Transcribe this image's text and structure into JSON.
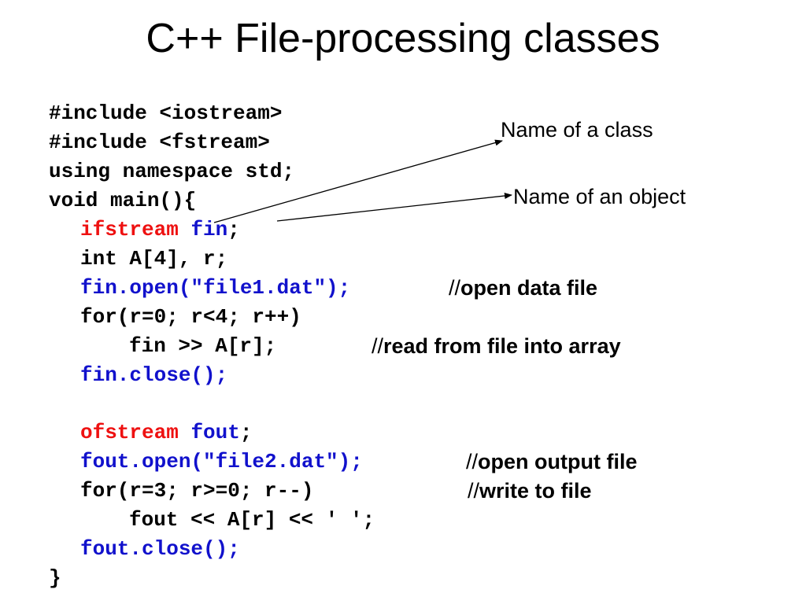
{
  "slide": {
    "title": "C++ File-processing classes"
  },
  "code": {
    "line1": "#include <iostream>",
    "line2": "#include <fstream>",
    "line3": "using namespace std;",
    "line4": "void main(){",
    "line5_class": "ifstream",
    "line5_object": "fin",
    "line5_end": ";",
    "line6": "int A[4], r;",
    "line7_call": "fin.open(\"file1.dat\");",
    "line8": "for(r=0; r<4; r++)",
    "line9": "fin >> A[r];",
    "line10_call": "fin.close();",
    "line11_class": "ofstream",
    "line11_object": "fout",
    "line11_end": ";",
    "line12_call": "fout.open(\"file2.dat\");",
    "line13": "for(r=3; r>=0; r--)",
    "line14": "fout << A[r] << ' ';",
    "line15_call": "fout.close();",
    "line16": "}"
  },
  "comments": {
    "slashes": "//",
    "open_data_file": "open data file",
    "read_from_file": "read from file into array",
    "open_output_file": "open output file",
    "write_to_file": "write to file"
  },
  "annotations": {
    "class_label": "Name of a class",
    "object_label": "Name of an object"
  },
  "colors": {
    "class_name": "#ee1111",
    "object_and_calls": "#1111cc",
    "default_text": "#000000"
  }
}
